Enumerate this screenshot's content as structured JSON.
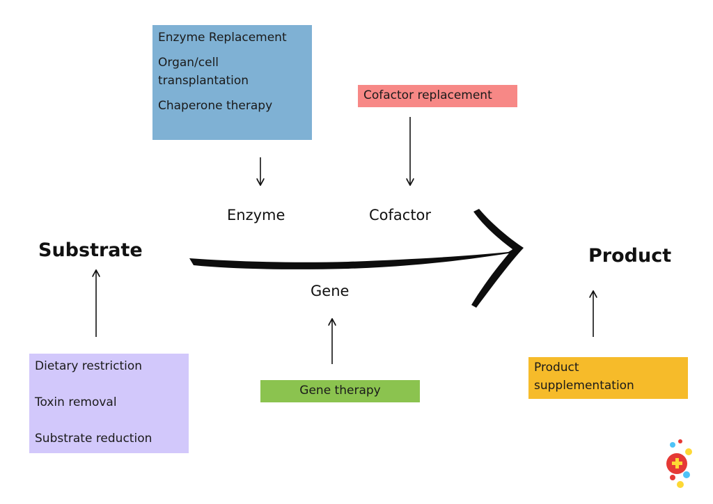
{
  "colors": {
    "enzyme_box": "#7fb1d4",
    "cofactor_box": "#f78886",
    "substrate_box": "#d2c8fb",
    "gene_box": "#8bc34f",
    "product_box": "#f6bb2a",
    "arrow": "#0d0d0d"
  },
  "nodes": {
    "substrate": "Substrate",
    "product": "Product",
    "enzyme": "Enzyme",
    "cofactor": "Cofactor",
    "gene": "Gene"
  },
  "boxes": {
    "enzyme": {
      "items": [
        "Enzyme Replacement",
        "Organ/cell transplantation",
        "Chaperone therapy"
      ]
    },
    "cofactor": {
      "items": [
        "Cofactor replacement"
      ]
    },
    "substrate": {
      "items": [
        "Dietary restriction",
        "Toxin removal",
        "Substrate reduction"
      ]
    },
    "gene": {
      "items": [
        "Gene therapy"
      ]
    },
    "product": {
      "items": [
        "Product supplementation"
      ]
    }
  },
  "logo": {
    "icon": "medical-plus-logo"
  }
}
